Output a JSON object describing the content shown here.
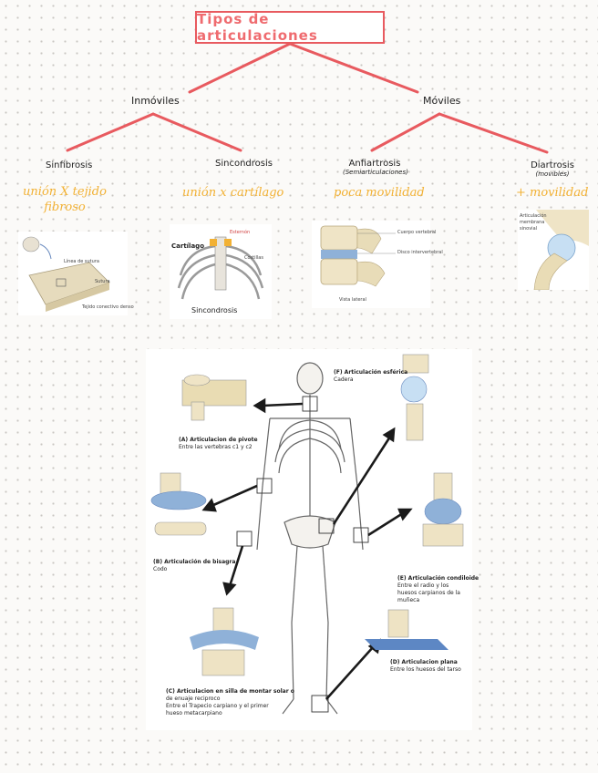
{
  "title": "Tipos de articulaciones",
  "categories": {
    "inmoviles": "Inmóviles",
    "moviles": "Móviles"
  },
  "types": {
    "sinfibrosis": {
      "label": "Sinfibrosis",
      "note": "unión X tejido fibroso"
    },
    "sincondrosis": {
      "label": "Sincondrosis",
      "note": "unión x cartílago"
    },
    "anfiartrosis": {
      "label": "Anfiartrosis",
      "sublabel": "(Semiarticulaciones)",
      "note": "poca movilidad"
    },
    "diartrosis": {
      "label": "Diartrosis",
      "sublabel": "(movibles)",
      "note": "+ movilidad"
    }
  },
  "images": {
    "sinfibrosis": [
      "Línea de sutura",
      "Sutura",
      "Tejido conectivo denso"
    ],
    "sincondrosis": [
      "Esternón",
      "Cartílago",
      "Costillas",
      "Sincondrosis"
    ],
    "anfiartrosis": [
      "Cuerpo vertebral",
      "Disco intervertebral",
      "Vista lateral"
    ],
    "diartrosis": [
      "Articulación",
      "membrana",
      "sinovial"
    ]
  },
  "joints": {
    "pivot": {
      "title": "(A) Articulacion de pivote",
      "detail": "Entre las vertebras c1 y c2"
    },
    "hinge": {
      "title": "(B) Articulación de bisagra",
      "detail": "Codo"
    },
    "saddle": {
      "title": "(C) Articulacion en silla de montar solar o",
      "detail": "de enuaje reciproco\nEntre el Trapecio carpiano y el primer\nhueso metacarpiano"
    },
    "plane": {
      "title": "(D) Articulacion plana",
      "detail": "Entre los huesos del tarso"
    },
    "condyloid": {
      "title": "(E) Articulación condiloide",
      "detail": "Entre el radio y los\nhuesos carpianos de la\nmuñeca"
    },
    "ball": {
      "title": "(F) Articulación esférica",
      "detail": "Cadera"
    }
  },
  "colors": {
    "accent": "#e85a5f",
    "highlight": "#f2b134",
    "bone": "#eee3c4"
  }
}
